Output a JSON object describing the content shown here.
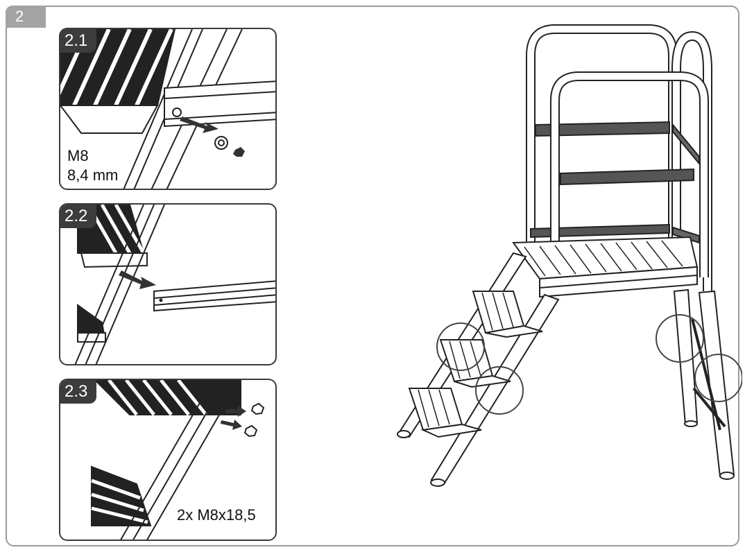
{
  "step": {
    "number": "2"
  },
  "panels": [
    {
      "id": "2.1",
      "labels": [
        "M8",
        "8,4 mm"
      ]
    },
    {
      "id": "2.2"
    },
    {
      "id": "2.3",
      "labels": [
        "2x M8x18,5"
      ]
    }
  ],
  "colors": {
    "frame": "#9a9a9a",
    "step_tab": "#a3a3a3",
    "panel_tab": "#3c3c3c",
    "line": "#222222"
  }
}
